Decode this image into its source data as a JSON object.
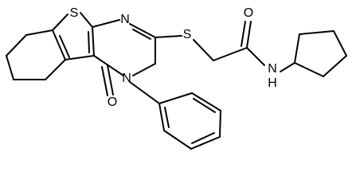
{
  "molecule": {
    "atoms": {
      "s_thiophene": "S",
      "n_pyrimidine": "N",
      "s_thioether": "S",
      "o_amide": "O",
      "n_amide": "N",
      "h_amide": "H",
      "o_carbonyl": "O",
      "n_phenyl": "N"
    }
  }
}
